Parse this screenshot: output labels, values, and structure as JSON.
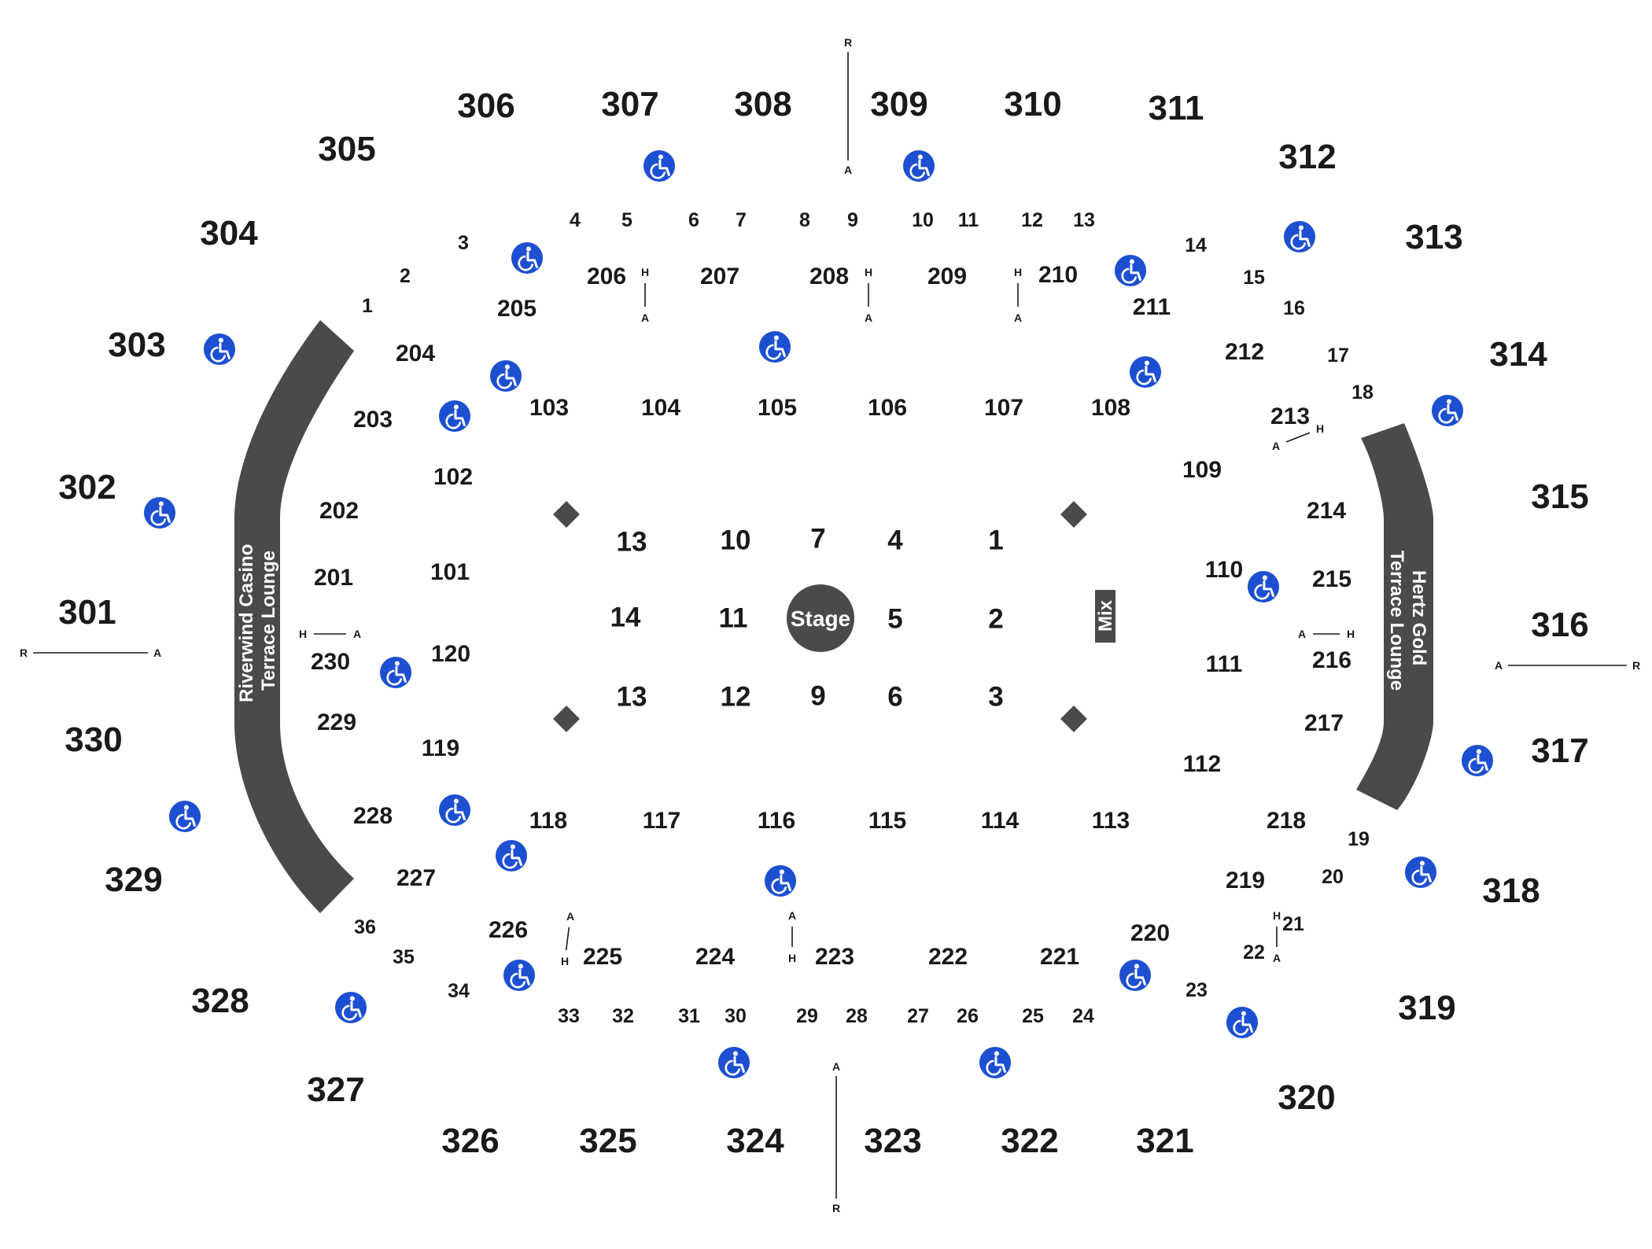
{
  "stage": {
    "label": "Stage",
    "color": "#4a4a4a"
  },
  "mix": {
    "label": "Mix"
  },
  "lounges": {
    "left": {
      "line1": "Riverwind Casino",
      "line2": "Terrace Lounge"
    },
    "right": {
      "line1": "Hertz Gold",
      "line2": "Terrace Lounge"
    }
  },
  "colors": {
    "structure": "#4a4a4a",
    "accessible": "#1d4fd1",
    "text": "#1a1a1a"
  },
  "icons": {
    "accessible": "wheelchair-icon"
  },
  "marker_letters": {
    "h": "H",
    "a": "A",
    "r": "R"
  },
  "floor_sections": [
    "1",
    "2",
    "3",
    "4",
    "5",
    "6",
    "7",
    "9",
    "10",
    "11",
    "12",
    "13",
    "13",
    "14"
  ],
  "lower_sections": [
    "101",
    "102",
    "103",
    "104",
    "105",
    "106",
    "107",
    "108",
    "109",
    "110",
    "111",
    "112",
    "113",
    "114",
    "115",
    "116",
    "117",
    "118",
    "119",
    "120"
  ],
  "club_sections": [
    "201",
    "202",
    "203",
    "204",
    "205",
    "206",
    "207",
    "208",
    "209",
    "210",
    "211",
    "212",
    "213",
    "214",
    "215",
    "216",
    "217",
    "218",
    "219",
    "220",
    "221",
    "222",
    "223",
    "224",
    "225",
    "226",
    "227",
    "228",
    "229",
    "230"
  ],
  "suites": [
    "1",
    "2",
    "3",
    "4",
    "5",
    "6",
    "7",
    "8",
    "9",
    "10",
    "11",
    "12",
    "13",
    "14",
    "15",
    "16",
    "17",
    "18",
    "19",
    "20",
    "21",
    "22",
    "23",
    "24",
    "25",
    "26",
    "27",
    "28",
    "29",
    "30",
    "31",
    "32",
    "33",
    "34",
    "35",
    "36"
  ],
  "upper_sections": [
    "301",
    "302",
    "303",
    "304",
    "305",
    "306",
    "307",
    "308",
    "309",
    "310",
    "311",
    "312",
    "313",
    "314",
    "315",
    "316",
    "317",
    "318",
    "319",
    "320",
    "321",
    "322",
    "323",
    "324",
    "325",
    "326",
    "327",
    "328",
    "329",
    "330"
  ]
}
